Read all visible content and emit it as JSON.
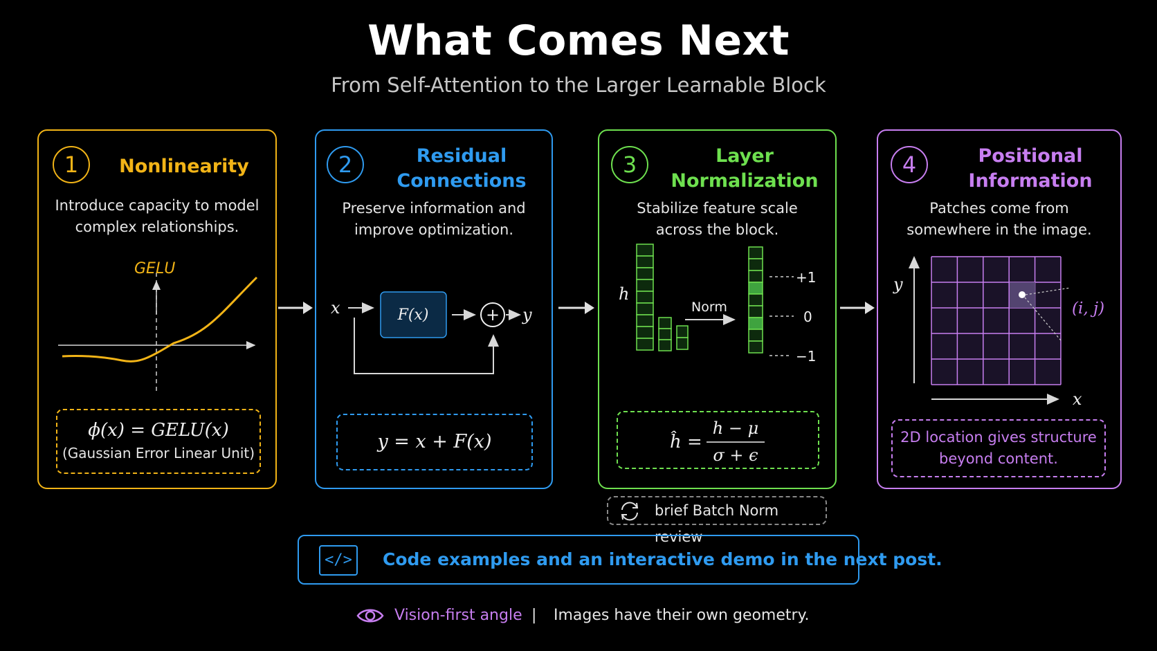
{
  "header": {
    "title": "What Comes Next",
    "subtitle": "From Self-Attention to the Larger Learnable Block"
  },
  "colors": {
    "yellow": "#f2b417",
    "blue": "#2f9bf0",
    "green": "#6ee04f",
    "purple": "#c77ef0",
    "background": "#000000"
  },
  "cards": [
    {
      "number": "1",
      "title_lines": [
        "Nonlinearity"
      ],
      "desc_lines": [
        "Introduce capacity to model",
        "complex relationships."
      ],
      "diagram": {
        "curve_label": "GELU"
      },
      "formula_main": "ϕ(x) = GELU(x)",
      "formula_sub": "(Gaussian Error Linear Unit)"
    },
    {
      "number": "2",
      "title_lines": [
        "Residual",
        "Connections"
      ],
      "desc_lines": [
        "Preserve information and",
        "improve optimization."
      ],
      "diagram": {
        "input": "x",
        "block": "F(x)",
        "plus": "+",
        "output": "y"
      },
      "formula_main": "y = x + F(x)"
    },
    {
      "number": "3",
      "title_lines": [
        "Layer",
        "Normalization"
      ],
      "desc_lines": [
        "Stabilize feature scale",
        "across the block."
      ],
      "diagram": {
        "h_label": "h",
        "norm_label": "Norm",
        "ticks": [
          "+1",
          "0",
          "−1"
        ]
      },
      "formula_lhs": "ĥ =",
      "formula_num": "h − μ",
      "formula_den": "σ + ϵ"
    },
    {
      "number": "4",
      "title_lines": [
        "Positional",
        "Information"
      ],
      "desc_lines": [
        "Patches come from",
        "somewhere in the image."
      ],
      "diagram": {
        "y_label": "y",
        "x_label": "x",
        "point_label": "(i, j)"
      },
      "formula_lines": [
        "2D location gives structure",
        "beyond content."
      ]
    }
  ],
  "batch_note": "brief Batch Norm review",
  "code_banner": {
    "icon_text": "</>",
    "text": "Code examples and an interactive demo in the next post."
  },
  "footer": {
    "angle": "Vision-first angle",
    "separator": "|",
    "note": "Images have their own geometry."
  }
}
